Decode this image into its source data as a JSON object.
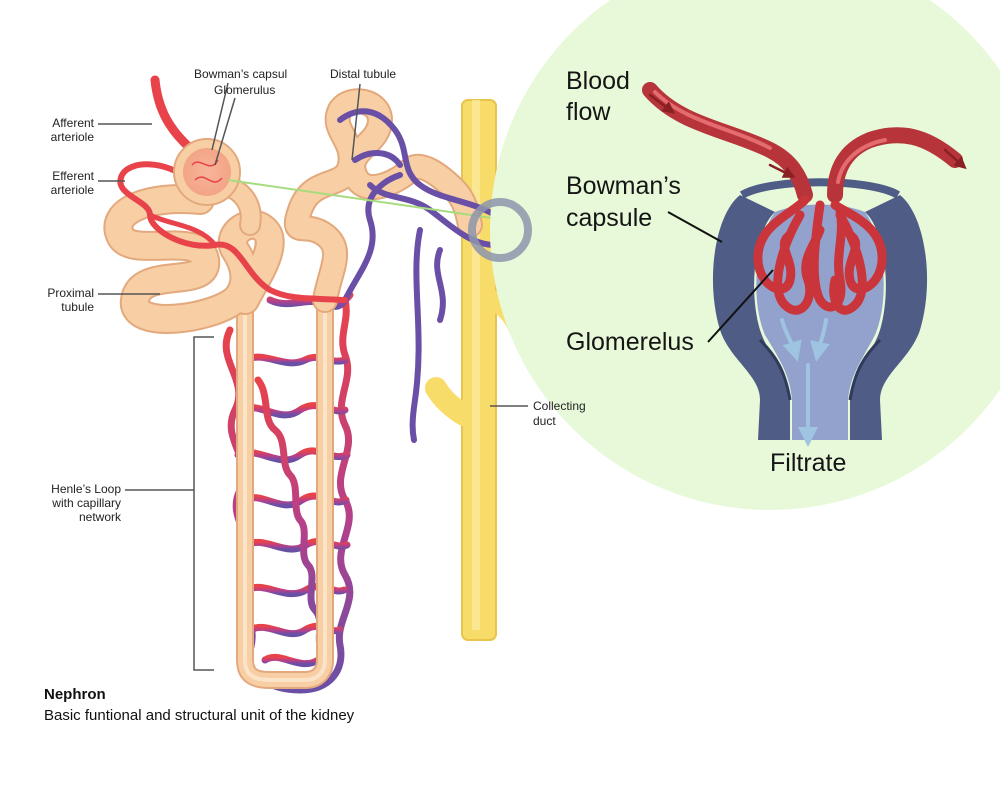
{
  "nephron": {
    "labels": {
      "bowmans_capsul": "Bowman’s capsul",
      "glomerulus": "Glomerulus",
      "distal_tubule": "Distal tubule",
      "afferent_line1": "Afferent",
      "afferent_line2": "arteriole",
      "efferent_line1": "Efferent",
      "efferent_line2": "arteriole",
      "proximal_line1": "Proximal",
      "proximal_line2": "tubule",
      "collecting_line1": "Collecting",
      "collecting_line2": "duct",
      "henle_line1": "Henle’s Loop",
      "henle_line2": "with capillary",
      "henle_line3": "network"
    },
    "title": "Nephron",
    "subtitle": "Basic funtional and structural unit of the kidney"
  },
  "zoom_inset": {
    "labels": {
      "blood_line1": "Blood",
      "blood_line2": "flow",
      "capsule_line1": "Bowman’s",
      "capsule_line2": "capsule",
      "glomerelus": "Glomerelus",
      "filtrate": "Filtrate"
    }
  },
  "colors": {
    "artery_red": "#e8434a",
    "vein_purple": "#6a4fa6",
    "tubule_peach": "#f8cfa4",
    "collecting_yellow": "#f8dc6a",
    "inset_bg": "#e7f9d9",
    "capsule_blue": "#4f5c86",
    "blood_dark": "#b7353a",
    "filtrate_arrow": "#9ec4e2",
    "connector_green": "#a6dc7e"
  }
}
